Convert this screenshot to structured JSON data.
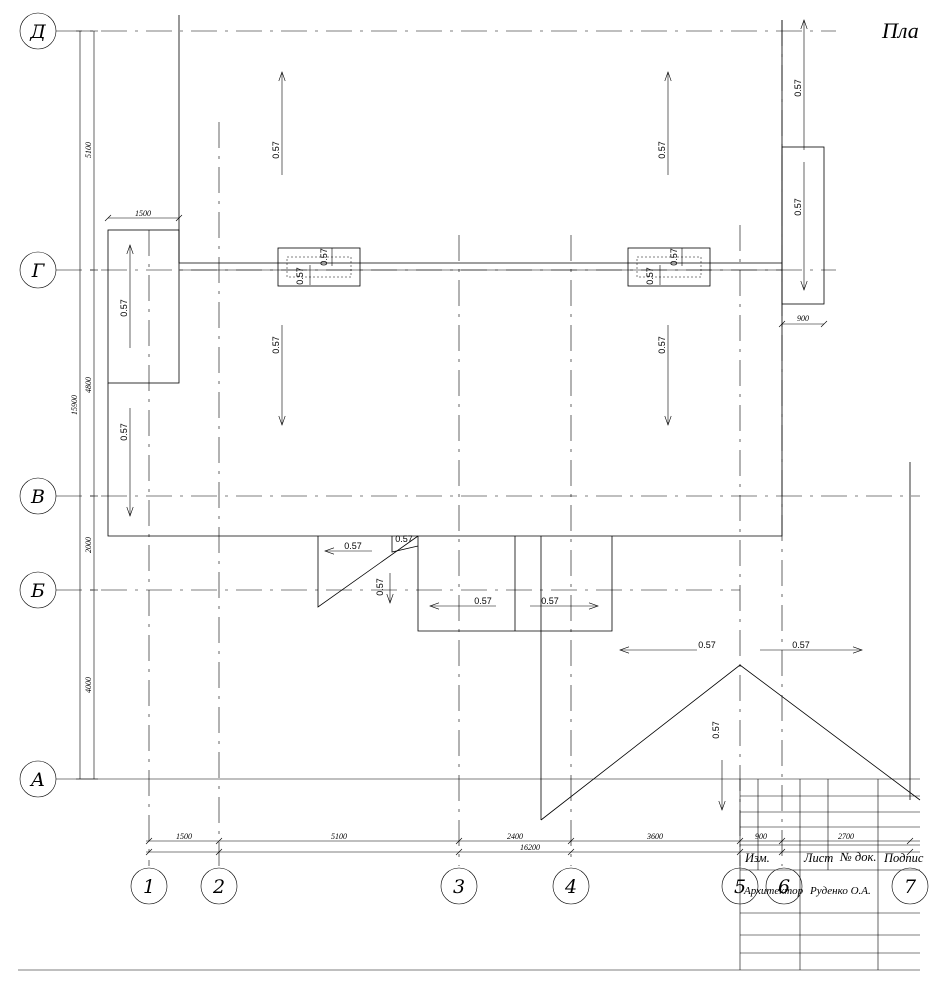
{
  "title": "Пла",
  "axes": {
    "horizontal": [
      "Д",
      "Г",
      "В",
      "Б",
      "А"
    ],
    "vertical": [
      "1",
      "2",
      "3",
      "4",
      "5",
      "6",
      "7"
    ]
  },
  "dimensions": {
    "vertical_total": "15900",
    "vertical_sub": "4800",
    "d_g": "5100",
    "v_b": "2000",
    "b_a": "4000",
    "box_width": "1500",
    "right_box_width": "900",
    "h_1_2": "1500",
    "h_2_3": "5100",
    "h_3_4": "2400",
    "h_4_5": "3600",
    "h_5_6": "900",
    "h_6_7": "2700",
    "h_total": "16200"
  },
  "slope": "0.57",
  "title_block": {
    "col_izm": "Изм.",
    "col_list": "Лист",
    "col_doc": "№ док.",
    "col_podp": "Подпис",
    "role": "Архитектор",
    "name": "Руденко О.А."
  }
}
